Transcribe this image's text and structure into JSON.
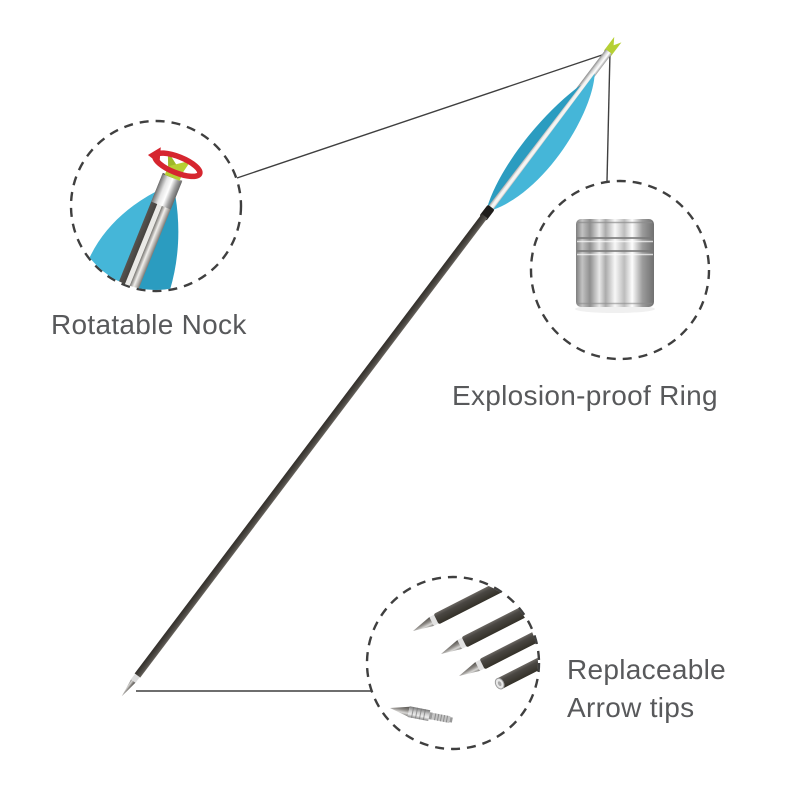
{
  "image": {
    "kind": "annotated-product-photo",
    "subject": "carbon archery arrow with blue fletching and detail callouts",
    "background": "#ffffff"
  },
  "callouts": [
    {
      "name": "rotatable-nock",
      "label": "Rotatable Nock"
    },
    {
      "name": "explosion-proof-ring",
      "label": "Explosion-proof Ring"
    },
    {
      "name": "replaceable-arrow-tips",
      "label_line1": "Replaceable",
      "label_line2": "Arrow tips"
    }
  ],
  "colors": {
    "fletching_blue": "#45b6d8",
    "fletching_blue_dark": "#2b9cc0",
    "nock_green": "#b6d034",
    "nock_green_dark": "#8aa51f",
    "ring_red": "#d6262f",
    "label_text": "#58595b",
    "line_color": "#3f3f3f",
    "wrap_black": "#1f1d1b",
    "shaft_dark": "#46423e",
    "metal_silver": "#c9c9c9"
  }
}
